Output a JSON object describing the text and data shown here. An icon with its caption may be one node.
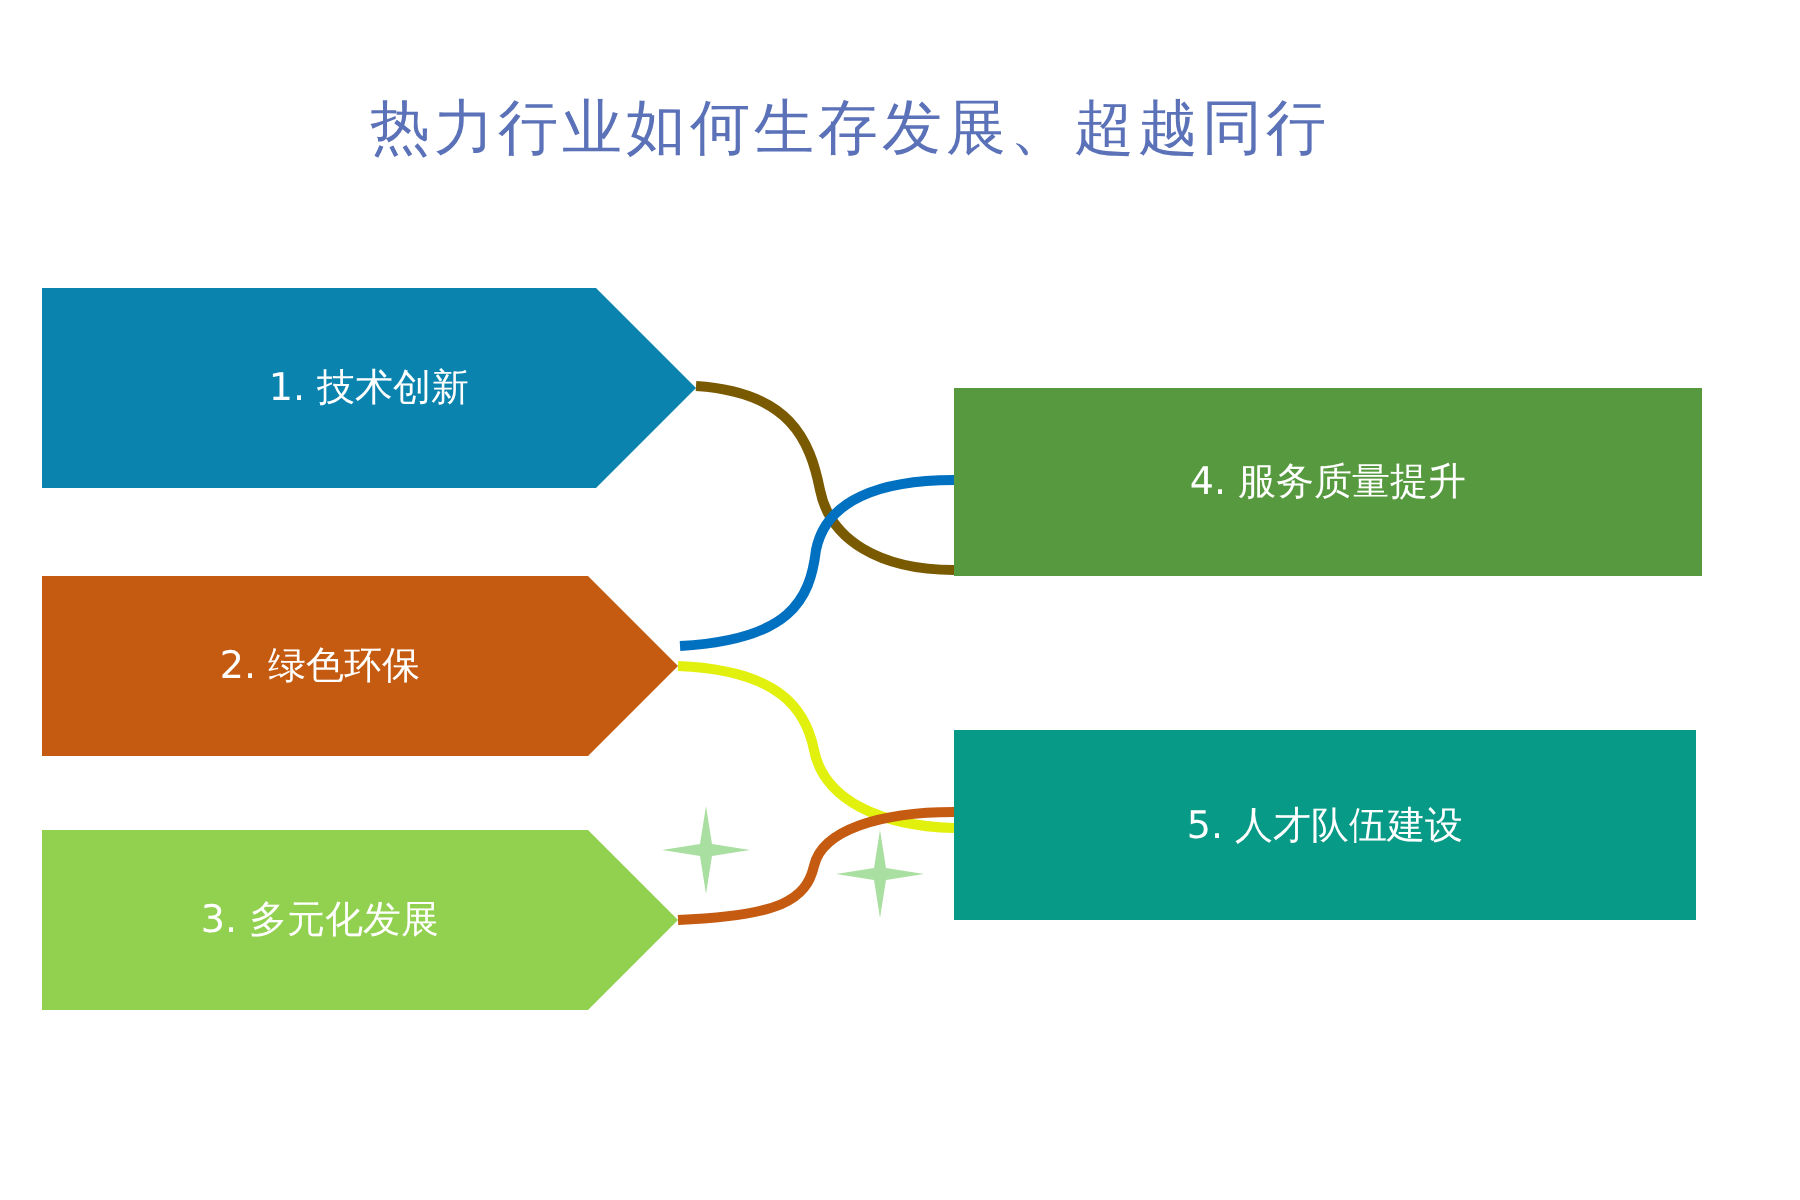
{
  "diagram": {
    "title": "热力行业如何生存发展、超越同行",
    "nodes": [
      {
        "text": [
          "1. 技术创新"
        ]
      },
      {
        "text": [
          "2. 绿色环保"
        ]
      },
      {
        "text": [
          "3. 多元化发展"
        ]
      },
      {
        "text": [
          "4. 服务质量提升"
        ]
      },
      {
        "text": [
          "5. 人才队伍建设"
        ]
      }
    ],
    "edges": [
      {
        "from": 0,
        "to": 3,
        "arrow": "none",
        "color": "#7a5a00"
      },
      {
        "from": 1,
        "to": 3,
        "arrow": "none",
        "color": "#0070c0"
      },
      {
        "from": 1,
        "to": 4,
        "arrow": "none",
        "color": "#e2f00e"
      },
      {
        "from": 2,
        "to": 4,
        "arrow": "none",
        "color": "#c55a11"
      }
    ]
  }
}
